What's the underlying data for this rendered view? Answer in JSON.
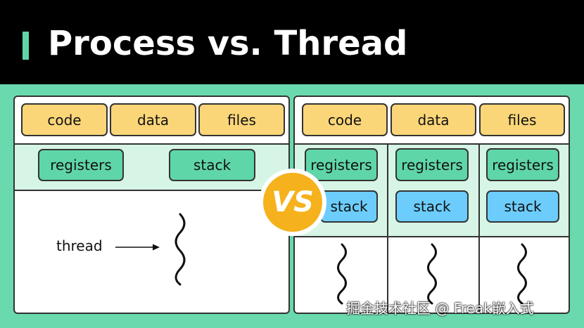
{
  "header": {
    "title": "Process vs. Thread"
  },
  "process": {
    "resources": [
      "code",
      "data",
      "files"
    ],
    "registers": "registers",
    "stack": "stack",
    "thread_label": "thread"
  },
  "threads": {
    "resources": [
      "code",
      "data",
      "files"
    ],
    "columns": [
      {
        "registers": "registers",
        "stack": "stack"
      },
      {
        "registers": "registers",
        "stack": "stack"
      },
      {
        "registers": "registers",
        "stack": "stack"
      }
    ]
  },
  "badge": {
    "text": "VS"
  },
  "watermark": "掘金技术社区 @ Freak嵌入式",
  "colors": {
    "background": "#6ad9ad",
    "header": "#000000",
    "resource_box": "#fbd679",
    "green_box": "#5fd6a8",
    "blue_box": "#6ccdfc",
    "badge": "#f5b21c"
  }
}
